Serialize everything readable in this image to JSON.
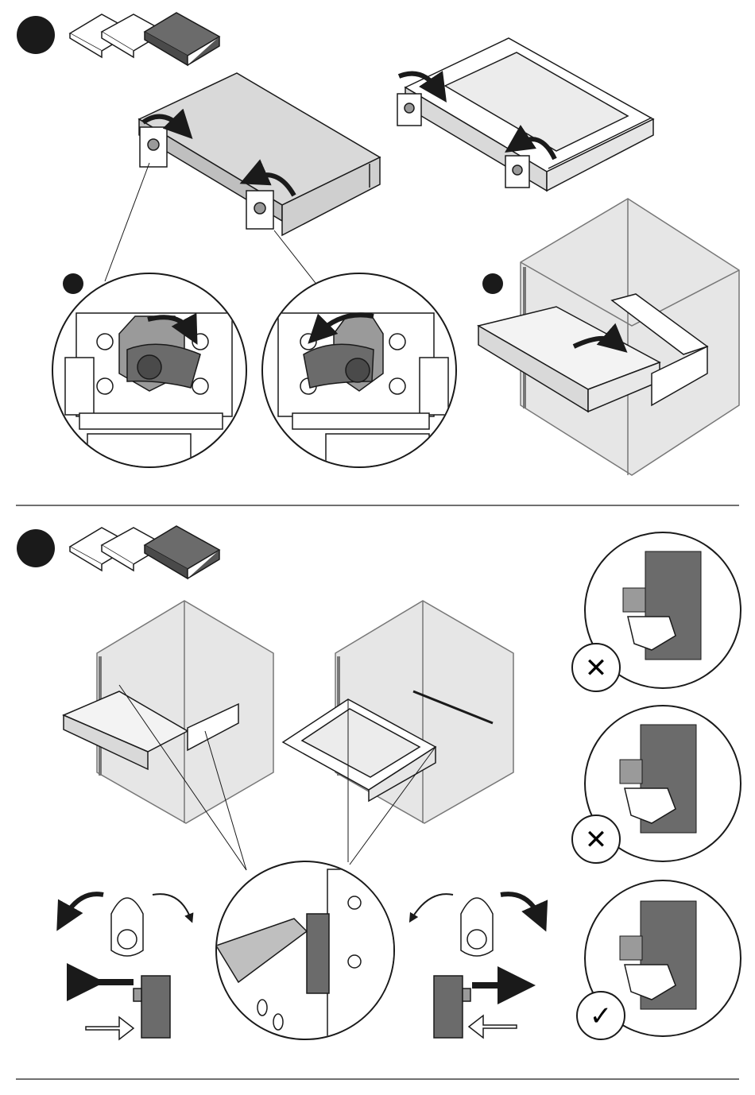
{
  "page": {
    "sections": [
      {
        "id": "section-1",
        "panels": [
          "drawer-clip-rotate-close",
          "drawer-clip-rotate-far",
          "drawer-insert-cabinet"
        ]
      },
      {
        "id": "section-2",
        "panels": [
          "drawer-remove-cabinet",
          "release-lever-detail",
          "check-correct-position"
        ]
      }
    ],
    "check_marks": [
      {
        "mark": "✕",
        "status": "incorrect"
      },
      {
        "mark": "✕",
        "status": "incorrect"
      },
      {
        "mark": "✓",
        "status": "correct"
      }
    ],
    "colors": {
      "ink": "#1a1a1a",
      "panel_gray": "#d9d9d9",
      "dark_gray": "#6b6b6b",
      "mid_gray": "#9a9a9a",
      "cabinet_face": "#e6e6e6",
      "white": "#ffffff"
    },
    "icons": [
      "step-bullet-icon",
      "drawer-variants-icon",
      "rotate-arrow-icon",
      "release-lever-icon",
      "push-arrow-icon",
      "pull-arrow-icon",
      "pointing-hand-icon",
      "cross-icon",
      "check-icon"
    ]
  }
}
